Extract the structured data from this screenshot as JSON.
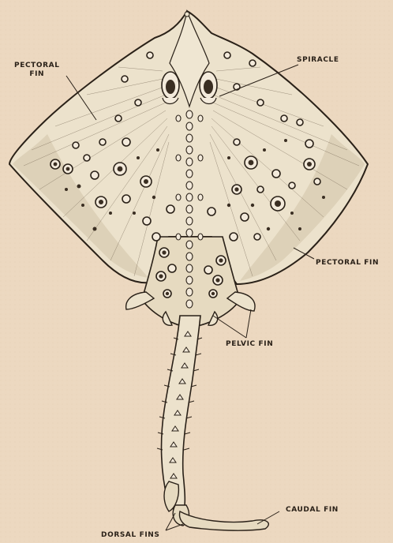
{
  "labels": {
    "pectoral_fin_left": "PECTORAL\nFIN",
    "spiracle": "SPIRACLE",
    "pectoral_fin_right": "PECTORAL FIN",
    "pelvic_fin": "PELVIC FIN",
    "caudal_fin": "CAUDAL FIN",
    "dorsal_fins": "DORSAL FINS"
  },
  "colors": {
    "paper": "#ecd8c0",
    "ink": "#2a2118",
    "body_fill": "#ece2cc",
    "fin_shade": "#d9cdb3"
  }
}
